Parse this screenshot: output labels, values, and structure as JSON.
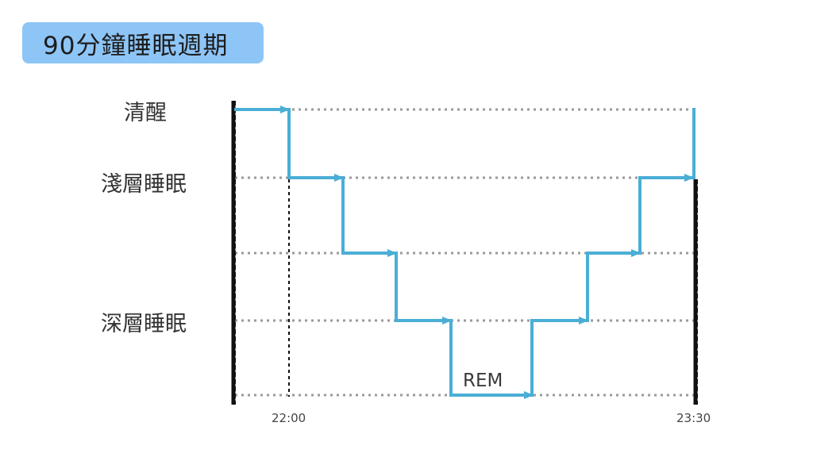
{
  "title": "90分鐘睡眠週期",
  "levels": {
    "awake": "清醒",
    "light_sleep": "淺層睡眠",
    "deep_sleep": "深層睡眠"
  },
  "time_labels": {
    "start": "22:00",
    "end": "23:30"
  },
  "rem_label": "REM",
  "colors": {
    "title_bg": "#8ec5f7",
    "step_line": "#4aaed6",
    "grid": "#9a9a9a",
    "axis": "#111111"
  }
}
